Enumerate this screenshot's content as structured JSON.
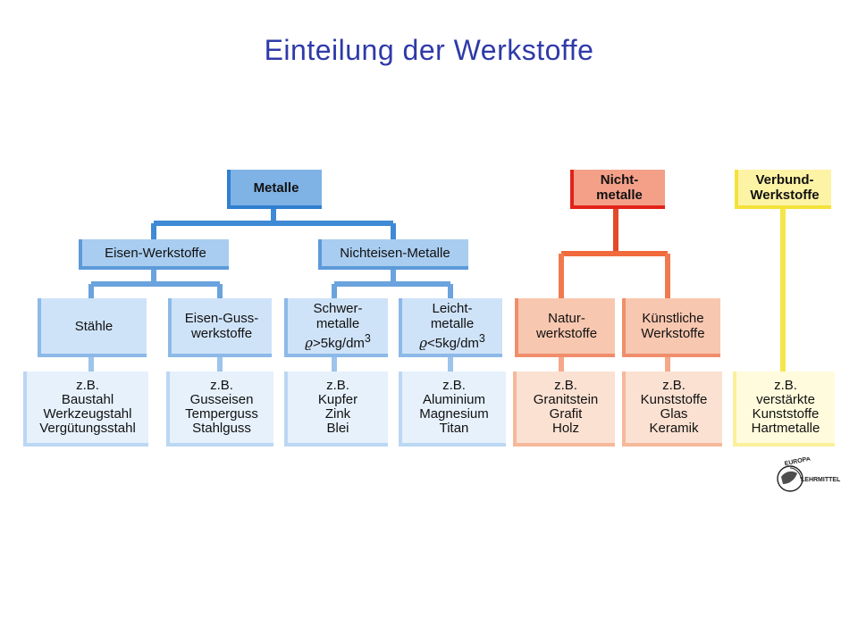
{
  "title": "Einteilung der Werkstoffe",
  "colors": {
    "title": "#2e3aa8",
    "metal_line": "#3f8ad4",
    "metal_line_light": "#9ec4ec",
    "nonmetal_line": "#e2231a",
    "nonmetal_line_light": "#f08e6c",
    "composite_line": "#f4e13a"
  },
  "metalle": {
    "label": "Metalle",
    "eisen": {
      "label": "Eisen-Werkstoffe",
      "staehle": {
        "label": "Stähle",
        "example_prefix": "z.B.",
        "examples": [
          "Baustahl",
          "Werkzeugstahl",
          "Vergütungsstahl"
        ]
      },
      "eisenguss": {
        "label_1": "Eisen-Guss-",
        "label_2": "werkstoffe",
        "example_prefix": "z.B.",
        "examples": [
          "Gusseisen",
          "Temperguss",
          "Stahlguss"
        ]
      }
    },
    "nichteisen": {
      "label": "Nichteisen-Metalle",
      "schwer": {
        "label_1": "Schwer-",
        "label_2": "metalle",
        "rho": "ϱ",
        "op": ">",
        "value": "5",
        "unit": "kg/dm",
        "exp": "3",
        "example_prefix": "z.B.",
        "examples": [
          "Kupfer",
          "Zink",
          "Blei"
        ]
      },
      "leicht": {
        "label_1": "Leicht-",
        "label_2": "metalle",
        "rho": "ϱ",
        "op": "<",
        "value": "5",
        "unit": "kg/dm",
        "exp": "3",
        "example_prefix": "z.B.",
        "examples": [
          "Aluminium",
          "Magnesium",
          "Titan"
        ]
      }
    }
  },
  "nichtmetalle": {
    "label_1": "Nicht-",
    "label_2": "metalle",
    "natur": {
      "label_1": "Natur-",
      "label_2": "werkstoffe",
      "example_prefix": "z.B.",
      "examples": [
        "Granitstein",
        "Grafit",
        "Holz"
      ]
    },
    "kuenstlich": {
      "label_1": "Künstliche",
      "label_2": "Werkstoffe",
      "example_prefix": "z.B.",
      "examples": [
        "Kunststoffe",
        "Glas",
        "Keramik"
      ]
    }
  },
  "verbund": {
    "label_1": "Verbund-",
    "label_2": "Werkstoffe",
    "example_prefix": "z.B.",
    "examples": [
      "verstärkte",
      "Kunststoffe",
      "Hartmetalle"
    ]
  },
  "logo": {
    "top_text": "EUROPA",
    "right_text": "LEHRMITTEL",
    "icon": "europa-lehrmittel-logo-icon"
  }
}
